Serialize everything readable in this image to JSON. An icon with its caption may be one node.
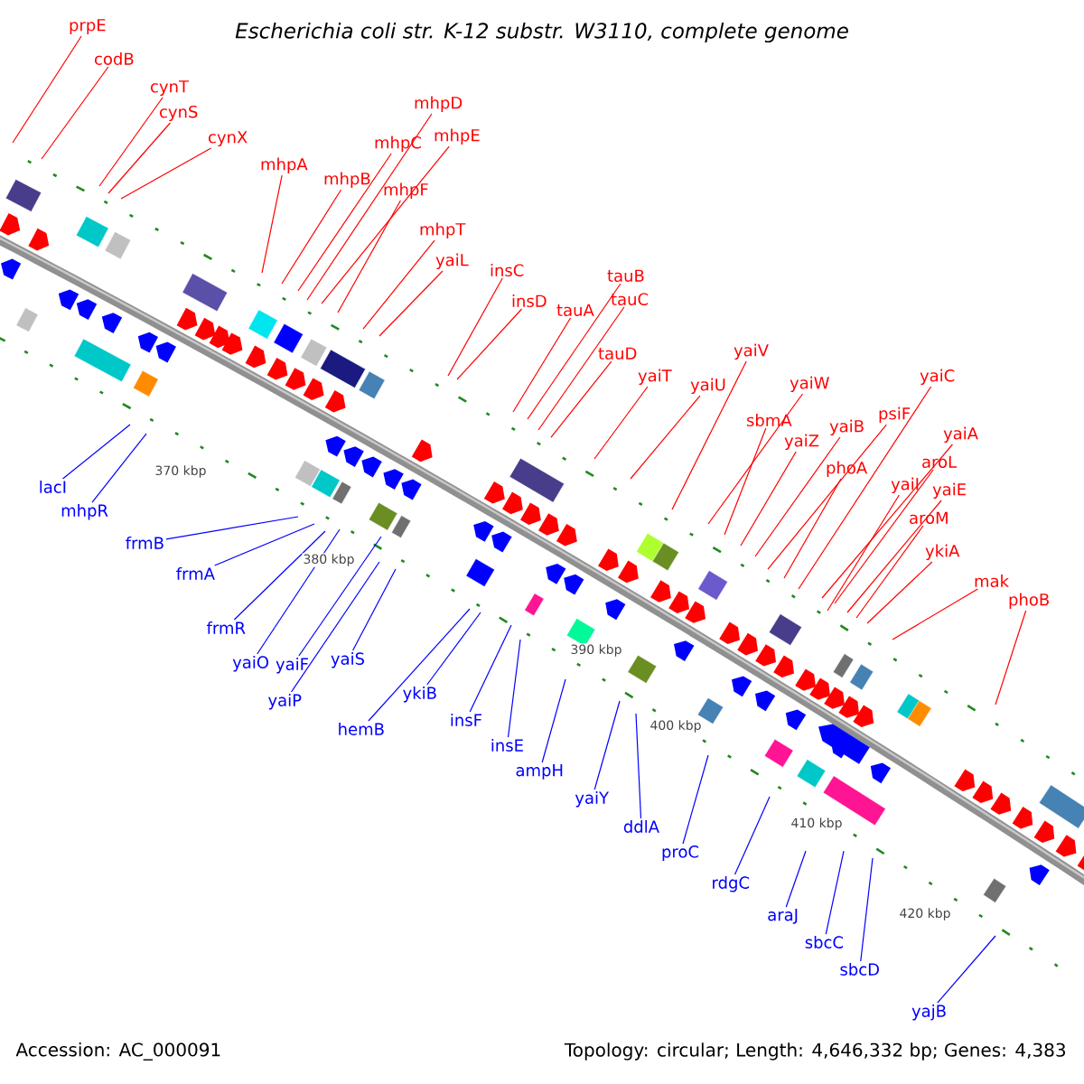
{
  "diagram": {
    "title": "Escherichia coli str. K-12 substr. W3110, complete genome",
    "nodes": [
      {
        "text": [
          "prpE"
        ]
      },
      {
        "text": [
          "codB"
        ]
      },
      {
        "text": [
          "cynT"
        ]
      },
      {
        "text": [
          "cynS"
        ]
      },
      {
        "text": [
          "cynX"
        ]
      },
      {
        "text": [
          "mhpA"
        ]
      },
      {
        "text": [
          "mhpB"
        ]
      },
      {
        "text": [
          "mhpC"
        ]
      },
      {
        "text": [
          "mhpD"
        ]
      },
      {
        "text": [
          "mhpE"
        ]
      },
      {
        "text": [
          "mhpF"
        ]
      },
      {
        "text": [
          "mhpT"
        ]
      },
      {
        "text": [
          "yaiL"
        ]
      },
      {
        "text": [
          "insC"
        ]
      },
      {
        "text": [
          "insD"
        ]
      },
      {
        "text": [
          "tauA"
        ]
      },
      {
        "text": [
          "tauB"
        ]
      },
      {
        "text": [
          "tauC"
        ]
      },
      {
        "text": [
          "tauD"
        ]
      },
      {
        "text": [
          "yaiT"
        ]
      },
      {
        "text": [
          "yaiU"
        ]
      },
      {
        "text": [
          "yaiV"
        ]
      },
      {
        "text": [
          "yaiW"
        ]
      },
      {
        "text": [
          "sbmA"
        ]
      },
      {
        "text": [
          "yaiZ"
        ]
      },
      {
        "text": [
          "yaiB"
        ]
      },
      {
        "text": [
          "psiF"
        ]
      },
      {
        "text": [
          "phoA"
        ]
      },
      {
        "text": [
          "yaiC"
        ]
      },
      {
        "text": [
          "yaiA"
        ]
      },
      {
        "text": [
          "aroL"
        ]
      },
      {
        "text": [
          "yaiI"
        ]
      },
      {
        "text": [
          "yaiE"
        ]
      },
      {
        "text": [
          "aroM"
        ]
      },
      {
        "text": [
          "ykiA"
        ]
      },
      {
        "text": [
          "mak"
        ]
      },
      {
        "text": [
          "phoB"
        ]
      },
      {
        "text": [
          "lacI"
        ]
      },
      {
        "text": [
          "mhpR"
        ]
      },
      {
        "text": [
          "frmB"
        ]
      },
      {
        "text": [
          "frmA"
        ]
      },
      {
        "text": [
          "frmR"
        ]
      },
      {
        "text": [
          "yaiO"
        ]
      },
      {
        "text": [
          "yaiF"
        ]
      },
      {
        "text": [
          "yaiP"
        ]
      },
      {
        "text": [
          "yaiS"
        ]
      },
      {
        "text": [
          "ykiB"
        ]
      },
      {
        "text": [
          "hemB"
        ]
      },
      {
        "text": [
          "insF"
        ]
      },
      {
        "text": [
          "insE"
        ]
      },
      {
        "text": [
          "ampH"
        ]
      },
      {
        "text": [
          "yaiY"
        ]
      },
      {
        "text": [
          "ddlA"
        ]
      },
      {
        "text": [
          "proC"
        ]
      },
      {
        "text": [
          "rdgC"
        ]
      },
      {
        "text": [
          "araJ"
        ]
      },
      {
        "text": [
          "sbcC"
        ]
      },
      {
        "text": [
          "sbcD"
        ]
      },
      {
        "text": [
          "yajB"
        ]
      }
    ],
    "edges": [
      {
        "from": 0,
        "to": null,
        "arrow": "none"
      },
      {
        "from": 1,
        "to": null,
        "arrow": "none"
      },
      {
        "from": 2,
        "to": null,
        "arrow": "none"
      },
      {
        "from": 3,
        "to": null,
        "arrow": "none"
      },
      {
        "from": 4,
        "to": null,
        "arrow": "none"
      },
      {
        "from": 5,
        "to": null,
        "arrow": "none"
      },
      {
        "from": 6,
        "to": null,
        "arrow": "none"
      },
      {
        "from": 7,
        "to": null,
        "arrow": "none"
      },
      {
        "from": 8,
        "to": null,
        "arrow": "none"
      },
      {
        "from": 9,
        "to": null,
        "arrow": "none"
      },
      {
        "from": 10,
        "to": null,
        "arrow": "none"
      },
      {
        "from": 11,
        "to": null,
        "arrow": "none"
      },
      {
        "from": 12,
        "to": null,
        "arrow": "none"
      },
      {
        "from": 13,
        "to": null,
        "arrow": "none"
      },
      {
        "from": 14,
        "to": null,
        "arrow": "none"
      },
      {
        "from": 15,
        "to": null,
        "arrow": "none"
      },
      {
        "from": 16,
        "to": null,
        "arrow": "none"
      },
      {
        "from": 17,
        "to": null,
        "arrow": "none"
      },
      {
        "from": 18,
        "to": null,
        "arrow": "none"
      },
      {
        "from": 19,
        "to": null,
        "arrow": "none"
      },
      {
        "from": 20,
        "to": null,
        "arrow": "none"
      },
      {
        "from": 21,
        "to": null,
        "arrow": "none"
      },
      {
        "from": 22,
        "to": null,
        "arrow": "none"
      },
      {
        "from": 23,
        "to": null,
        "arrow": "none"
      },
      {
        "from": 24,
        "to": null,
        "arrow": "none"
      },
      {
        "from": 25,
        "to": null,
        "arrow": "none"
      },
      {
        "from": 26,
        "to": null,
        "arrow": "none"
      },
      {
        "from": 27,
        "to": null,
        "arrow": "none"
      },
      {
        "from": 28,
        "to": null,
        "arrow": "none"
      },
      {
        "from": 29,
        "to": null,
        "arrow": "none"
      },
      {
        "from": 30,
        "to": null,
        "arrow": "none"
      },
      {
        "from": 31,
        "to": null,
        "arrow": "none"
      },
      {
        "from": 32,
        "to": null,
        "arrow": "none"
      },
      {
        "from": 33,
        "to": null,
        "arrow": "none"
      },
      {
        "from": 34,
        "to": null,
        "arrow": "none"
      },
      {
        "from": 35,
        "to": null,
        "arrow": "none"
      },
      {
        "from": 36,
        "to": null,
        "arrow": "none"
      },
      {
        "from": 37,
        "to": null,
        "arrow": "none",
        "color": "#0000ff"
      },
      {
        "from": 38,
        "to": null,
        "arrow": "none",
        "color": "#0000ff"
      },
      {
        "from": 39,
        "to": null,
        "arrow": "none",
        "color": "#0000ff"
      },
      {
        "from": 40,
        "to": null,
        "arrow": "none",
        "color": "#0000ff"
      },
      {
        "from": 41,
        "to": null,
        "arrow": "none",
        "color": "#0000ff"
      },
      {
        "from": 42,
        "to": null,
        "arrow": "none",
        "color": "#0000ff"
      },
      {
        "from": 43,
        "to": null,
        "arrow": "none",
        "color": "#0000ff"
      },
      {
        "from": 44,
        "to": null,
        "arrow": "none",
        "color": "#0000ff"
      },
      {
        "from": 45,
        "to": null,
        "arrow": "none",
        "color": "#0000ff"
      },
      {
        "from": 46,
        "to": null,
        "arrow": "none",
        "color": "#0000ff"
      },
      {
        "from": 47,
        "to": null,
        "arrow": "none",
        "color": "#0000ff"
      },
      {
        "from": 48,
        "to": null,
        "arrow": "none",
        "color": "#0000ff"
      },
      {
        "from": 49,
        "to": null,
        "arrow": "none",
        "color": "#0000ff"
      },
      {
        "from": 50,
        "to": null,
        "arrow": "none",
        "color": "#0000ff"
      },
      {
        "from": 51,
        "to": null,
        "arrow": "none",
        "color": "#0000ff"
      },
      {
        "from": 52,
        "to": null,
        "arrow": "none",
        "color": "#0000ff"
      },
      {
        "from": 53,
        "to": null,
        "arrow": "none",
        "color": "#0000ff"
      },
      {
        "from": 54,
        "to": null,
        "arrow": "none",
        "color": "#0000ff"
      },
      {
        "from": 55,
        "to": null,
        "arrow": "none",
        "color": "#0000ff"
      },
      {
        "from": 56,
        "to": null,
        "arrow": "none",
        "color": "#0000ff"
      },
      {
        "from": 57,
        "to": null,
        "arrow": "none",
        "color": "#0000ff"
      },
      {
        "from": 58,
        "to": null,
        "arrow": "none",
        "color": "#0000ff"
      }
    ],
    "labels": [
      "370 kbp",
      "380 kbp",
      "390 kbp",
      "400 kbp",
      "410 kbp",
      "420 kbp",
      "Accession: AC_000091",
      "Topology: circular; Length: 4,646,332 bp; Genes: 4,383"
    ]
  }
}
